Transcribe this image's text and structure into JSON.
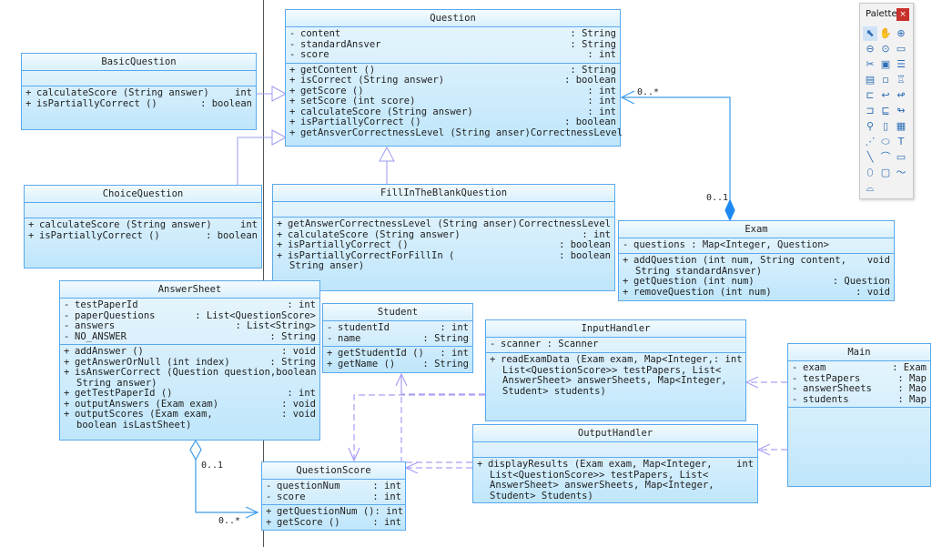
{
  "diagram": {
    "classes": {
      "question": {
        "name": "Question",
        "attributes": [
          {
            "vis": "-",
            "name": "content",
            "type": ": String"
          },
          {
            "vis": "-",
            "name": "standardAnsver",
            "type": ": String"
          },
          {
            "vis": "-",
            "name": "score",
            "type": ": int"
          }
        ],
        "operations": [
          {
            "vis": "+",
            "name": "getContent ()",
            "type": ": String"
          },
          {
            "vis": "+",
            "name": "isCorrect (String answer)",
            "type": ": boolean"
          },
          {
            "vis": "+",
            "name": "getScore ()",
            "type": ": int"
          },
          {
            "vis": "+",
            "name": "setScore (int score)",
            "type": ": int"
          },
          {
            "vis": "+",
            "name": "calculateScore (String answer)",
            "type": ": int"
          },
          {
            "vis": "+",
            "name": "isPartiallyCorrect ()",
            "type": ": boolean"
          },
          {
            "vis": "+",
            "name": "getAnsverCorrectnessLevel (String anser)",
            "type": "CorrectnessLevel"
          }
        ]
      },
      "basic_question": {
        "name": "BasicQuestion",
        "operations": [
          {
            "vis": "+",
            "name": "calculateScore (String answer)",
            "type": "int"
          },
          {
            "vis": "+",
            "name": "isPartiallyCorrect ()",
            "type": ": boolean"
          }
        ]
      },
      "choice_question": {
        "name": "ChoiceQuestion",
        "operations": [
          {
            "vis": "+",
            "name": "calculateScore (String answer)",
            "type": "int"
          },
          {
            "vis": "+",
            "name": "isPartiallyCorrect ()",
            "type": ": boolean"
          }
        ]
      },
      "fill_in_the_blank_question": {
        "name": "FillInTheBlankQuestion",
        "operations": [
          {
            "vis": "+",
            "name": "getAnswerCorrectnessLevel (String anser)",
            "type": "CorrectnessLevel"
          },
          {
            "vis": "+",
            "name": "calculateScore (String answer)",
            "type": ": int"
          },
          {
            "vis": "+",
            "name": "isPartiallyCorrect ()",
            "type": ": boolean"
          },
          {
            "vis": "+",
            "name": "isPartiallyCorrectForFillIn (",
            "type": ": boolean"
          },
          {
            "vis": "",
            "name": "String anser)",
            "type": ""
          }
        ]
      },
      "exam": {
        "name": "Exam",
        "attributes": [
          {
            "vis": "-",
            "name": "questions : Map<Integer, Question>",
            "type": ""
          }
        ],
        "operations": [
          {
            "vis": "+",
            "name": "addQuestion (int num, String content,",
            "type": "void"
          },
          {
            "vis": "",
            "name": "String standardAnsver)",
            "type": ""
          },
          {
            "vis": "+",
            "name": "getQuestion (int num)",
            "type": ": Question"
          },
          {
            "vis": "+",
            "name": "removeQuestion (int num)",
            "type": ": void"
          }
        ]
      },
      "answer_sheet": {
        "name": "AnswerSheet",
        "attributes": [
          {
            "vis": "-",
            "name": "testPaperId",
            "type": ": int"
          },
          {
            "vis": "-",
            "name": "paperQuestions",
            "type": ": List<QuestionScore>"
          },
          {
            "vis": "-",
            "name": "answers",
            "type": ": List<String>"
          },
          {
            "vis": "-",
            "name": "NO_ANSWER",
            "type": ": String"
          }
        ],
        "operations": [
          {
            "vis": "+",
            "name": "addAnswer ()",
            "type": ": void"
          },
          {
            "vis": "+",
            "name": "getAnswerOrNull (int index)",
            "type": ": String"
          },
          {
            "vis": "+",
            "name": "isAnswerCorrect (Question question,",
            "type": "boolean"
          },
          {
            "vis": "",
            "name": "String answer)",
            "type": ""
          },
          {
            "vis": "+",
            "name": "getTestPaperId ()",
            "type": ": int"
          },
          {
            "vis": "+",
            "name": "outputAnswers (Exam exam)",
            "type": ": void"
          },
          {
            "vis": "+",
            "name": "outputScores (Exam exam,",
            "type": ": void"
          },
          {
            "vis": "",
            "name": "boolean isLastSheet)",
            "type": ""
          }
        ]
      },
      "student": {
        "name": "Student",
        "attributes": [
          {
            "vis": "-",
            "name": "studentId",
            "type": ": int"
          },
          {
            "vis": "-",
            "name": "name",
            "type": ": String"
          }
        ],
        "operations": [
          {
            "vis": "+",
            "name": "getStudentId ()",
            "type": ": int"
          },
          {
            "vis": "+",
            "name": "getName ()",
            "type": ": String"
          }
        ]
      },
      "input_handler": {
        "name": "InputHandler",
        "attributes": [
          {
            "vis": "-",
            "name": "scanner : Scanner",
            "type": ""
          }
        ],
        "operations": [
          {
            "vis": "+",
            "name": "readExamData (Exam exam, Map<Integer,",
            "type": ": int"
          },
          {
            "vis": "",
            "name": "List<QuestionScore>> testPapers, List<",
            "type": ""
          },
          {
            "vis": "",
            "name": "AnswerSheet> answerSheets, Map<Integer,",
            "type": ""
          },
          {
            "vis": "",
            "name": "Student> students)",
            "type": ""
          }
        ]
      },
      "output_handler": {
        "name": "OutputHandler",
        "operations": [
          {
            "vis": "+",
            "name": "displayResults (Exam exam, Map<Integer,",
            "type": "int"
          },
          {
            "vis": "",
            "name": "List<QuestionScore>> testPapers, List<",
            "type": ""
          },
          {
            "vis": "",
            "name": "AnswerSheet> answerSheets, Map<Integer,",
            "type": ""
          },
          {
            "vis": "",
            "name": "Student> Students)",
            "type": ""
          }
        ]
      },
      "question_score": {
        "name": "QuestionScore",
        "attributes": [
          {
            "vis": "-",
            "name": "questionNum",
            "type": ": int"
          },
          {
            "vis": "-",
            "name": "score",
            "type": ": int"
          }
        ],
        "operations": [
          {
            "vis": "+",
            "name": "getQuestionNum ()",
            "type": ": int"
          },
          {
            "vis": "+",
            "name": "getScore ()",
            "type": ": int"
          }
        ]
      },
      "main": {
        "name": "Main",
        "attributes": [
          {
            "vis": "-",
            "name": "exam",
            "type": ": Exam"
          },
          {
            "vis": "-",
            "name": "testPapers",
            "type": ": Map"
          },
          {
            "vis": "-",
            "name": "answerSheets",
            "type": ": Mao"
          },
          {
            "vis": "-",
            "name": "students",
            "type": ": Map"
          }
        ]
      }
    },
    "multiplicities": {
      "exam_questions_target": "0..*",
      "exam_questions_source": "0..1",
      "answersheet_qs_source": "0..1",
      "answersheet_qs_target": "0..*"
    },
    "colors": {
      "class_border": "#5aa9ec",
      "generalization": "#9b9bf0",
      "association": "#3d9be9",
      "dependency": "#a8a0f5"
    }
  },
  "palette": {
    "title": "Palette",
    "close_label": "×",
    "tools": [
      {
        "name": "select-tool",
        "glyph": "⬉"
      },
      {
        "name": "pan-tool",
        "glyph": "✋"
      },
      {
        "name": "zoom-in-tool",
        "glyph": "⊕"
      },
      {
        "name": "zoom-out-tool",
        "glyph": "⊖"
      },
      {
        "name": "zoom-fit-tool",
        "glyph": "⊙"
      },
      {
        "name": "package-tool",
        "glyph": "▭"
      },
      {
        "name": "cut-tool",
        "glyph": "✂"
      },
      {
        "name": "image-tool",
        "glyph": "▣"
      },
      {
        "name": "class-tool",
        "glyph": "☰"
      },
      {
        "name": "interface-tool",
        "glyph": "▤"
      },
      {
        "name": "small-box-tool",
        "glyph": "▫"
      },
      {
        "name": "hierarchy-tool",
        "glyph": "♖"
      },
      {
        "name": "association-tool",
        "glyph": "⊏"
      },
      {
        "name": "dependency-tool",
        "glyph": "↩"
      },
      {
        "name": "realization-tool",
        "glyph": "↫"
      },
      {
        "name": "generalization-tool",
        "glyph": "⊐"
      },
      {
        "name": "aggregation-tool",
        "glyph": "⊑"
      },
      {
        "name": "composition-tool",
        "glyph": "↬"
      },
      {
        "name": "lollipop-tool",
        "glyph": "⚲"
      },
      {
        "name": "note-tool",
        "glyph": "▯"
      },
      {
        "name": "document-tool",
        "glyph": "▦"
      },
      {
        "name": "connector-tool",
        "glyph": "⋰"
      },
      {
        "name": "rounded-tool",
        "glyph": "⬭"
      },
      {
        "name": "text-tool",
        "glyph": "T"
      },
      {
        "name": "line-tool",
        "glyph": "╲"
      },
      {
        "name": "arc-tool",
        "glyph": "⌒"
      },
      {
        "name": "rectangle-tool",
        "glyph": "▭"
      },
      {
        "name": "ellipse-tool",
        "glyph": "⬯"
      },
      {
        "name": "rounded-rect-tool",
        "glyph": "▢"
      },
      {
        "name": "polyline-tool",
        "glyph": "〜"
      },
      {
        "name": "polygon-tool",
        "glyph": "⌓"
      }
    ]
  }
}
